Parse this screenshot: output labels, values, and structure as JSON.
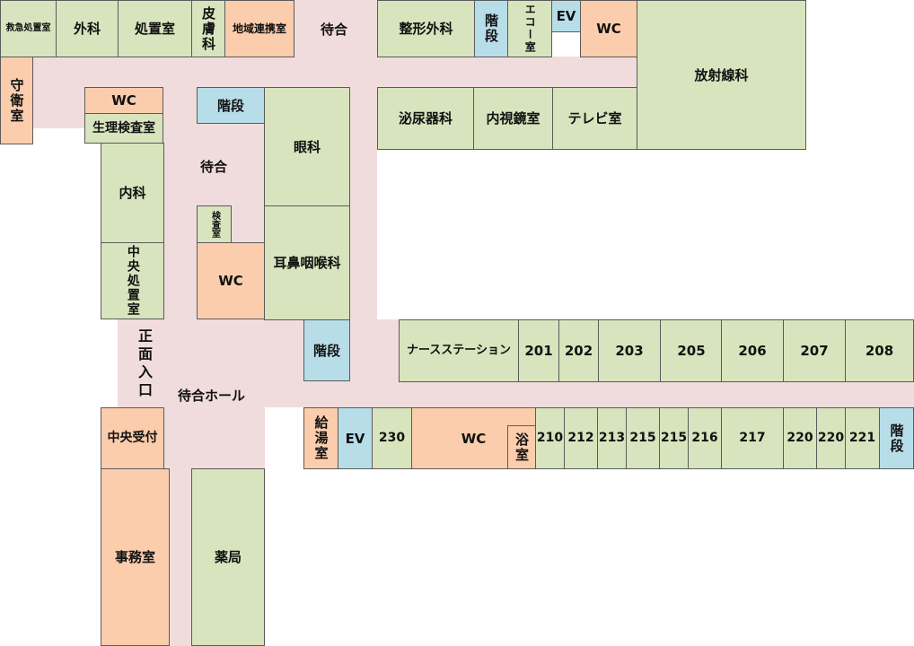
{
  "colors": {
    "corridor": "#f1dcdd",
    "room": "#d7e4bd",
    "service": "#fbcdac",
    "circulation": "#b7dde8",
    "border": "#5b5b5b"
  },
  "rooms": {
    "emergency": "救急処置室",
    "surgery": "外科",
    "treatment": "処置室",
    "dermatology": "皮膚科",
    "regional_liaison": "地域連携室",
    "orthopedics": "整形外科",
    "stairs": "階段",
    "echo": "エコー室",
    "ev": "EV",
    "wc": "WC",
    "radiology": "放射線科",
    "guard": "守衛室",
    "physiology": "生理検査室",
    "urology": "泌尿器科",
    "endoscopy": "内視鏡室",
    "tv_room": "テレビ室",
    "ophthalmology": "眼科",
    "internal": "内科",
    "inspection": "検査室",
    "ent": "耳鼻咽喉科",
    "central_treatment": "中央処置室",
    "nurse_station": "ナースステーション",
    "hot_water": "給湯室",
    "bath": "浴室",
    "reception": "中央受付",
    "office": "事務室",
    "pharmacy": "薬局"
  },
  "ward_rooms_north": [
    "201",
    "202",
    "203",
    "205",
    "206",
    "207",
    "208"
  ],
  "ward_rooms_south": [
    "230",
    "210",
    "212",
    "213",
    "215",
    "215",
    "216",
    "217",
    "220",
    "220",
    "221"
  ],
  "labels": {
    "waiting": "待合",
    "entrance": "正面入口",
    "waiting_hall": "待合ホール"
  }
}
